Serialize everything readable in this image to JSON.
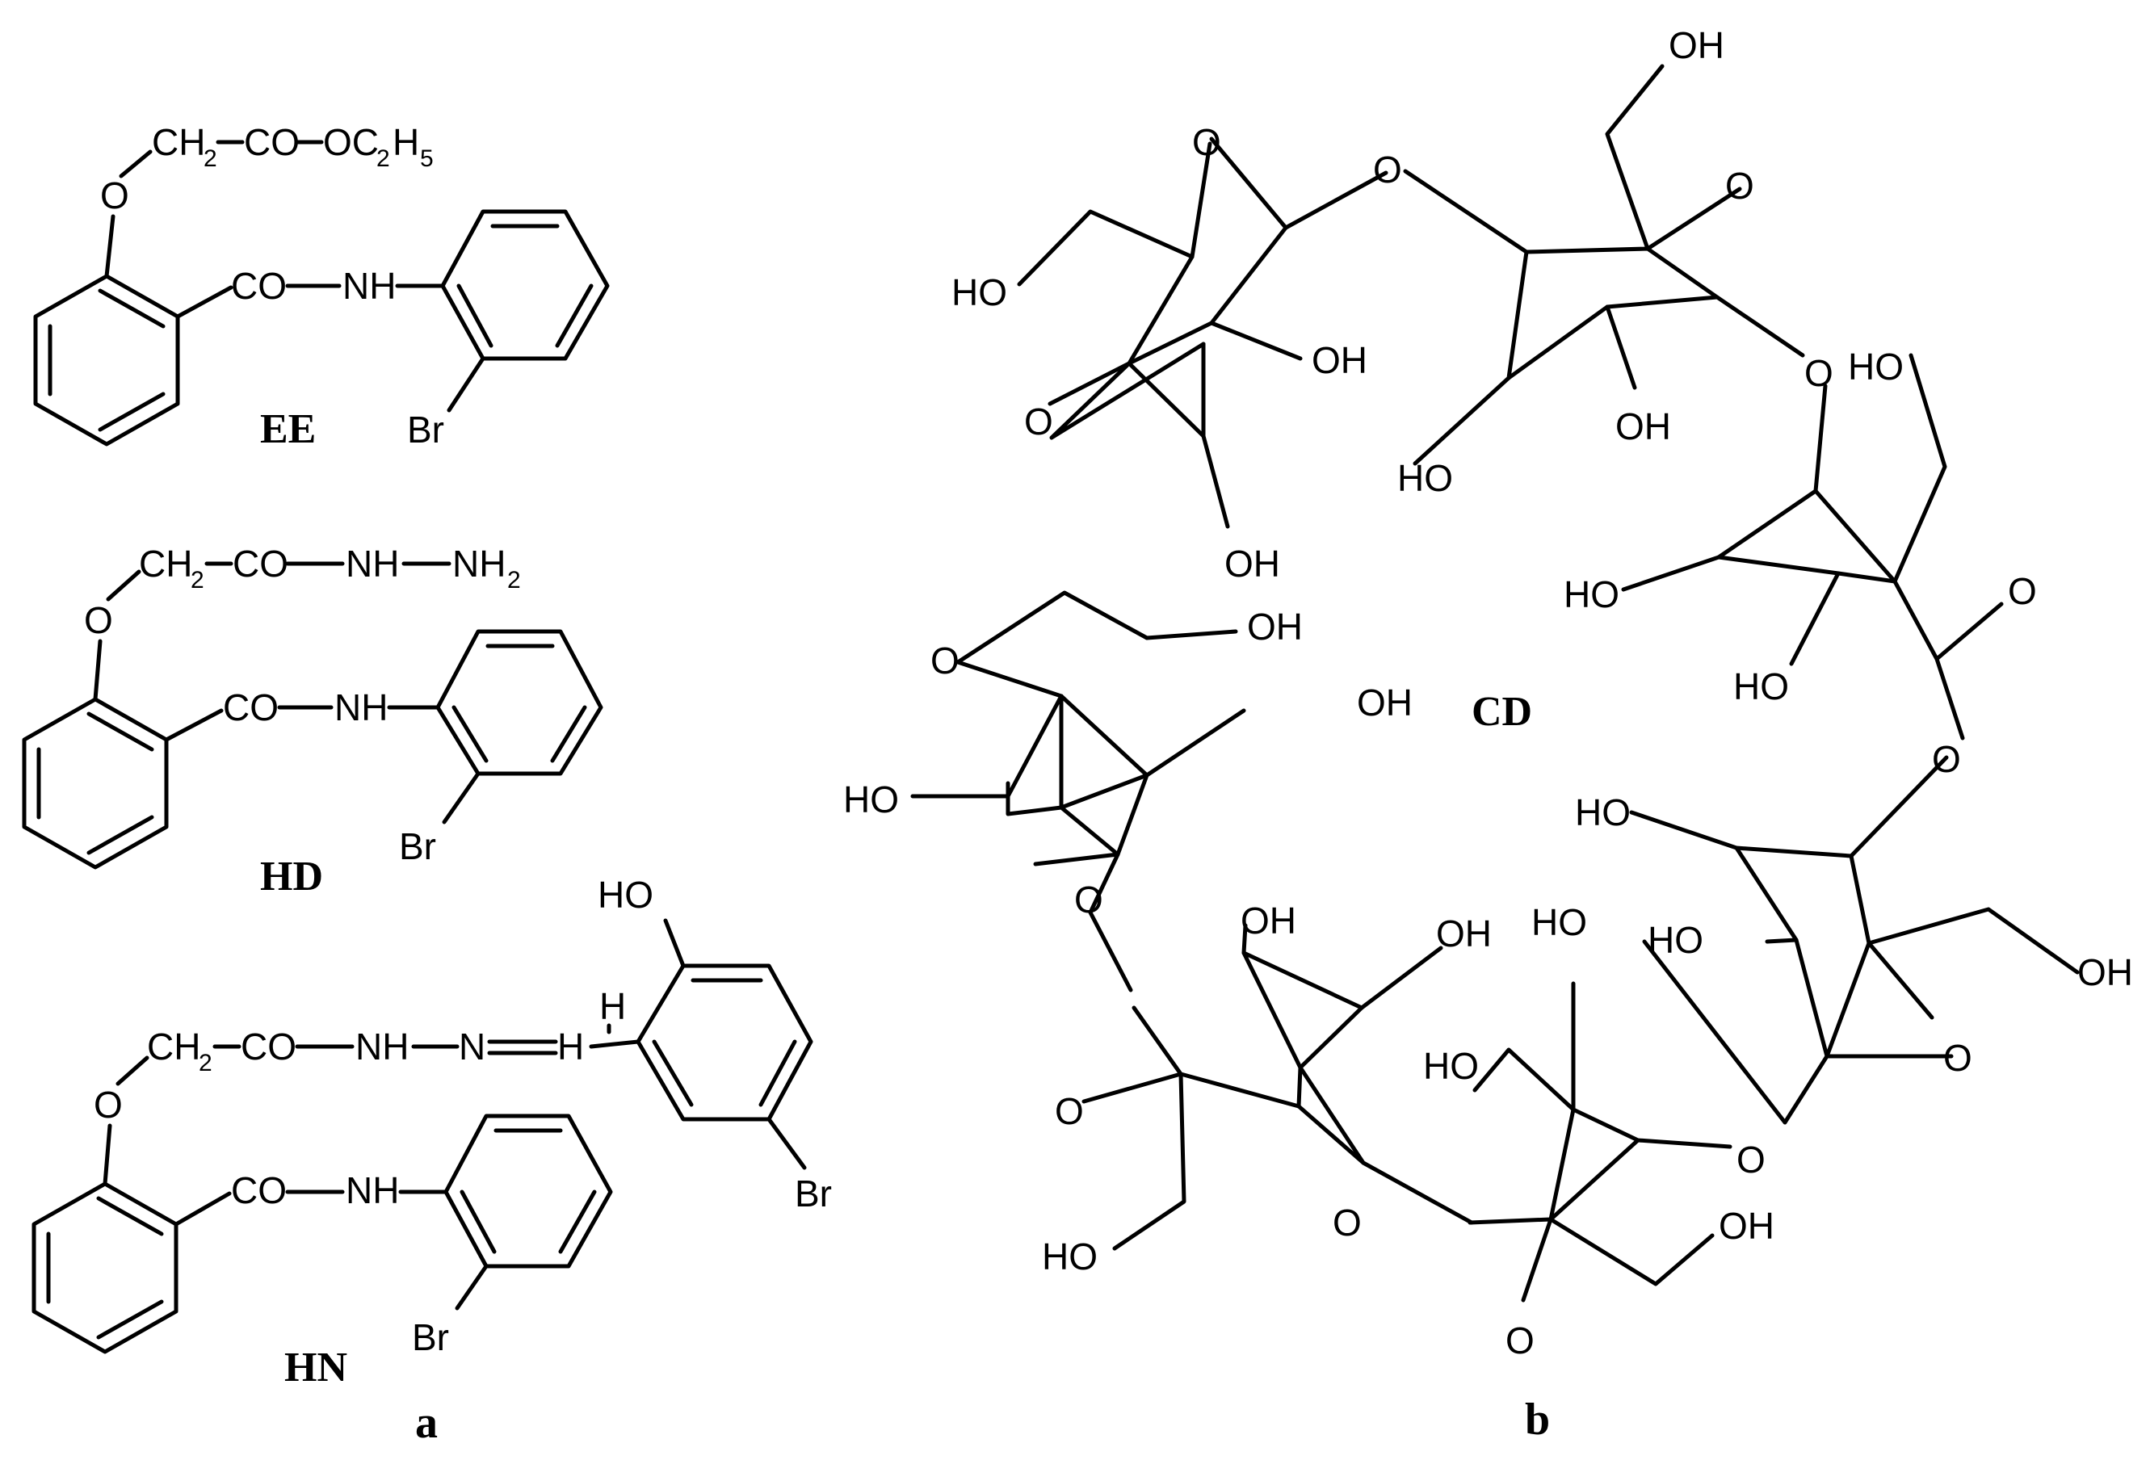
{
  "panels": {
    "a": "a",
    "b": "b"
  },
  "compounds": {
    "ee": "EE",
    "hd": "HD",
    "hn": "HN",
    "cd": "CD"
  },
  "atoms": {
    "O": "O",
    "HO": "HO",
    "OH": "OH",
    "Br": "Br",
    "NH": "NH",
    "N": "N",
    "H": "H",
    "CO": "CO",
    "CH": "CH",
    "OC": "OC",
    "NH2": "NH",
    "sub2": "2",
    "sub5": "5"
  }
}
